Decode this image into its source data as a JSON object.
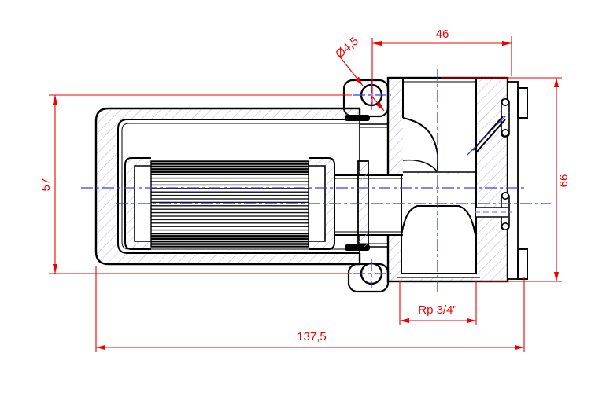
{
  "drawing": {
    "kind": "technical-cross-section-filter",
    "dimensions": {
      "top_width": {
        "label": "46"
      },
      "mount_hole_diameter": {
        "label": "Ø4,5"
      },
      "mount_hole_spacing": {
        "label": "57"
      },
      "head_height": {
        "label": "66"
      },
      "port_thread": {
        "label": "Rp 3/4\""
      },
      "overall_length": {
        "label": "137,5"
      }
    },
    "colors": {
      "outline": "#000000",
      "hatch": "#b6b6d4",
      "dimension": "#f20000",
      "centerline": "#3a3aee",
      "background": "#ffffff"
    }
  }
}
